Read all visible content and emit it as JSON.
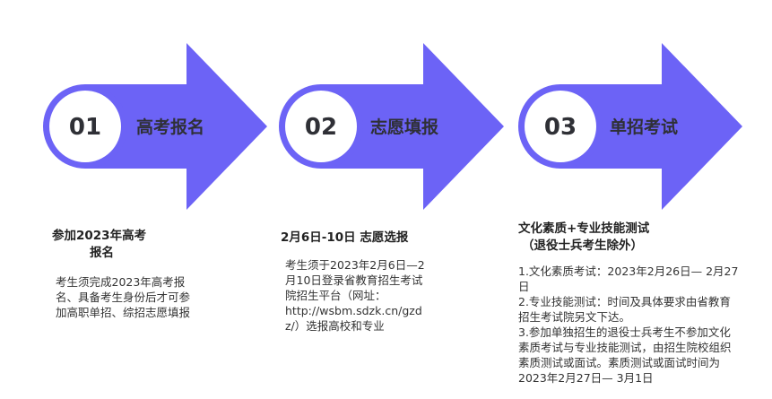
{
  "colors": {
    "arrow": "#6c63f6",
    "circle_border": "#6c63f6",
    "circle_fill": "#ffffff",
    "text": "#2f3036"
  },
  "steps": [
    {
      "number": "01",
      "label": "高考报名",
      "heading_lines": [
        "参加2023年高考",
        "报名"
      ],
      "body_lines": [
        "考生须完成2023年高考报",
        "名、具备考生身份后才可参",
        "加高职单招、综招志愿填报"
      ]
    },
    {
      "number": "02",
      "label": "志愿填报",
      "heading_lines": [
        "2月6日-10日 志愿选报"
      ],
      "body_lines": [
        "考生须于2023年2月6日—2",
        "月10日登录省教育招生考试",
        "院招生平台（网址：",
        "http://wsbm.sdzk.cn/gzd",
        "z/）选报高校和专业"
      ]
    },
    {
      "number": "03",
      "label": "单招考试",
      "heading_lines": [
        "文化素质+专业技能测试",
        "（退役士兵考生除外）"
      ],
      "body_lines": [
        "1.文化素质考试：2023年2月26日— 2月27",
        "日",
        "2.专业技能测试：时间及具体要求由省教育",
        "招生考试院另文下达。",
        "3.参加单独招生的退役士兵考生不参加文化",
        "素质考试与专业技能测试，由招生院校组织",
        "素质测试或面试。素质测试或面试时间为",
        "2023年2月27日— 3月1日"
      ]
    }
  ]
}
